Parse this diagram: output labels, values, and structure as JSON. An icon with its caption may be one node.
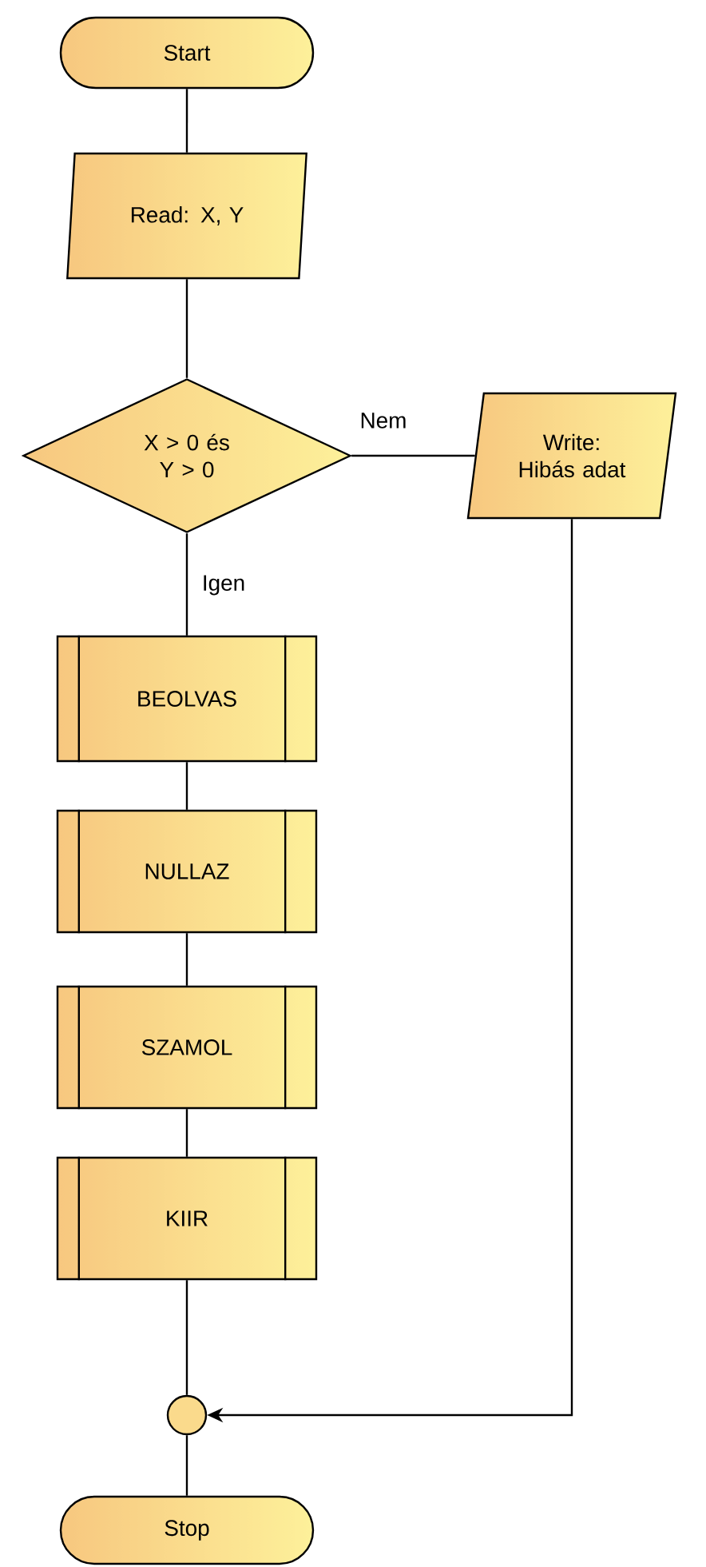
{
  "diagram": {
    "nodes": [
      {
        "text": [
          "Start"
        ]
      },
      {
        "text": [
          "Read: X, Y"
        ]
      },
      {
        "text": [
          "X > 0 és Y > 0"
        ]
      },
      {
        "text": [
          "Write: Hibás adat"
        ]
      },
      {
        "text": [
          "BEOLVAS"
        ]
      },
      {
        "text": [
          "NULLAZ"
        ]
      },
      {
        "text": [
          "SZAMOL"
        ]
      },
      {
        "text": [
          "KIIR"
        ]
      },
      {
        "text": [],
        "shape": "circle"
      },
      {
        "text": [
          "Stop"
        ]
      }
    ],
    "edges": [
      {
        "from": 0,
        "to": 1,
        "arrow": "none"
      },
      {
        "from": 1,
        "to": 2,
        "arrow": "none"
      },
      {
        "from": 2,
        "to": 3,
        "arrow": "none",
        "label": "Nem"
      },
      {
        "from": 2,
        "to": 4,
        "arrow": "none",
        "label": "Igen"
      },
      {
        "from": 4,
        "to": 5,
        "arrow": "none"
      },
      {
        "from": 5,
        "to": 6,
        "arrow": "none"
      },
      {
        "from": 6,
        "to": 7,
        "arrow": "none"
      },
      {
        "from": 7,
        "to": 8,
        "arrow": "none"
      },
      {
        "from": 3,
        "to": 8,
        "arrow": "to"
      },
      {
        "from": 8,
        "to": 9,
        "arrow": "none"
      }
    ]
  }
}
